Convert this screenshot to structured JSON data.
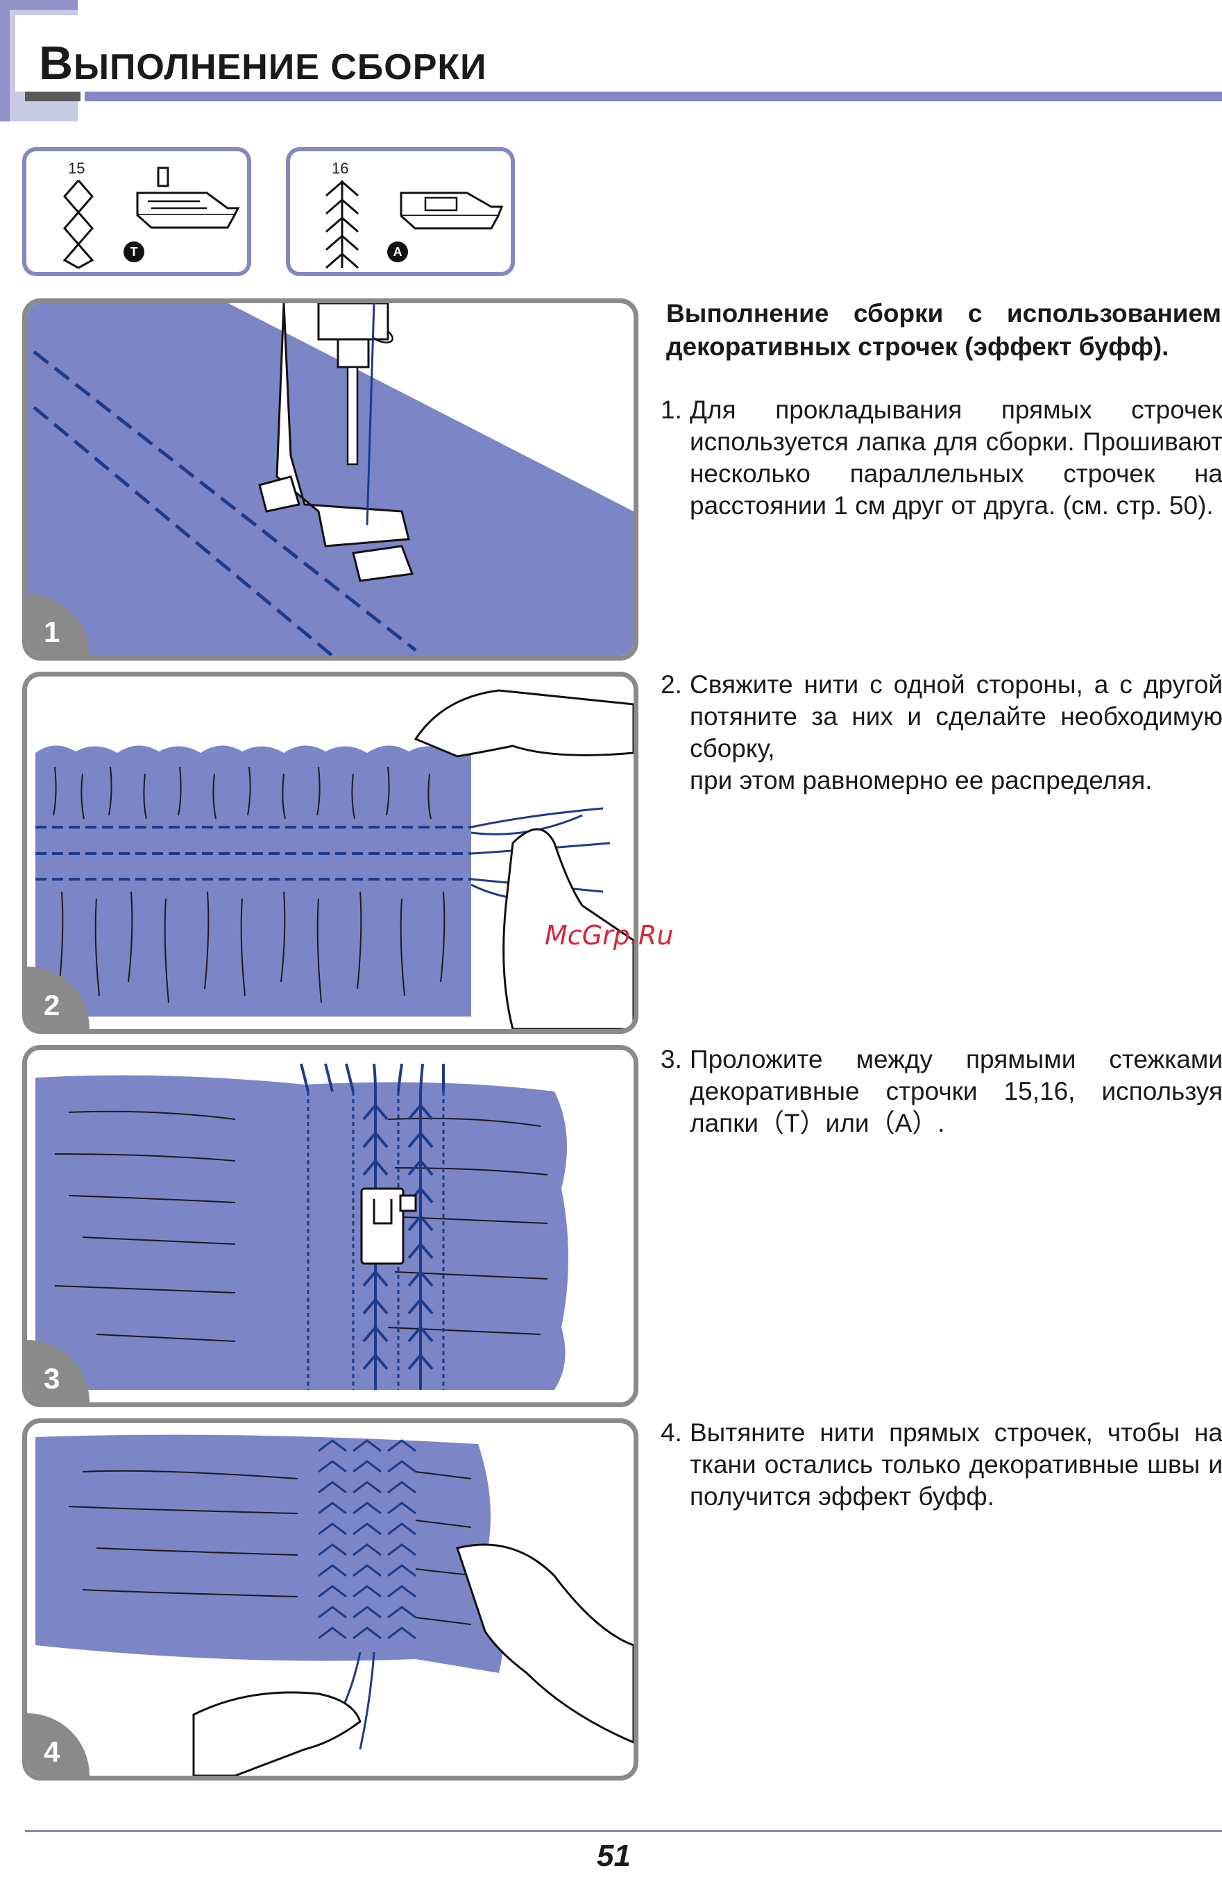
{
  "header": {
    "title_initial": "В",
    "title_rest": "ЫПОЛНЕНИЕ СБОРКИ"
  },
  "stitch_cards": [
    {
      "number": "15",
      "foot_letter": "T"
    },
    {
      "number": "16",
      "foot_letter": "A"
    }
  ],
  "panels": [
    {
      "badge": "1"
    },
    {
      "badge": "2"
    },
    {
      "badge": "3"
    },
    {
      "badge": "4"
    }
  ],
  "section": {
    "title": "Выполнение сборки с использованием декоративных строчек (эффект буфф)."
  },
  "steps": [
    {
      "num": "1.",
      "text": "Для прокладывания прямых строчек используется лапка для сборки. Прошивают несколько параллельных строчек на расстоянии 1 см друг от друга. (см. стр. 50)."
    },
    {
      "num": "2.",
      "text": "Свяжите нити с одной стороны, а с другой потяните за них и сделайте необходимую сборку,",
      "text2": "при этом равномерно ее распределяя."
    },
    {
      "num": "3.",
      "text": "Проложите между прямыми стежками декоративные строчки 15,16, используя лапки（T）или（A）."
    },
    {
      "num": "4.",
      "text": "Вытяните нити прямых строчек, чтобы на ткани остались только декоративные швы и получится эффект буфф."
    }
  ],
  "watermark": "McGrp.Ru",
  "page_number": "51",
  "colors": {
    "fabric": "#7C86C6",
    "thread": "#1E3A8A",
    "frame": "#8a8a8a",
    "accent": "#8388C2"
  }
}
